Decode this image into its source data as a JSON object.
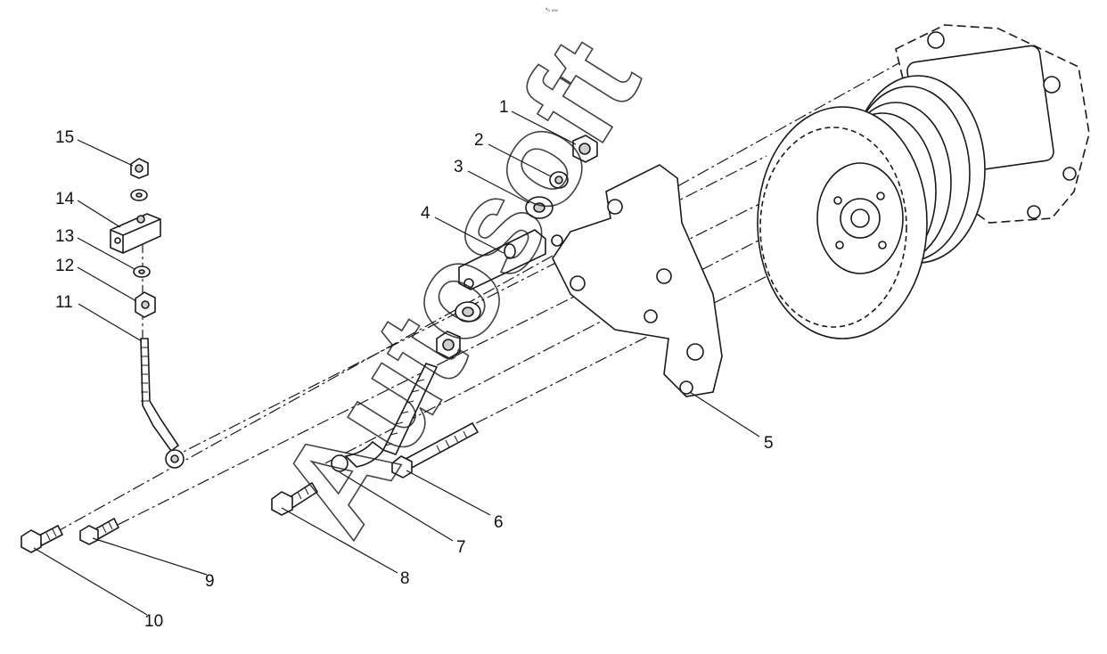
{
  "header_mark": "ᵈ₀ ₀₀₀",
  "watermark": "Autosoft",
  "callouts": [
    {
      "num": "1"
    },
    {
      "num": "2"
    },
    {
      "num": "3"
    },
    {
      "num": "4"
    },
    {
      "num": "5"
    },
    {
      "num": "6"
    },
    {
      "num": "7"
    },
    {
      "num": "8"
    },
    {
      "num": "9"
    },
    {
      "num": "10"
    },
    {
      "num": "11"
    },
    {
      "num": "12"
    },
    {
      "num": "13"
    },
    {
      "num": "14"
    },
    {
      "num": "15"
    }
  ],
  "colors": {
    "line": "#1a1a1a",
    "fill": "#ffffff",
    "shade": "#cfcfcf"
  }
}
